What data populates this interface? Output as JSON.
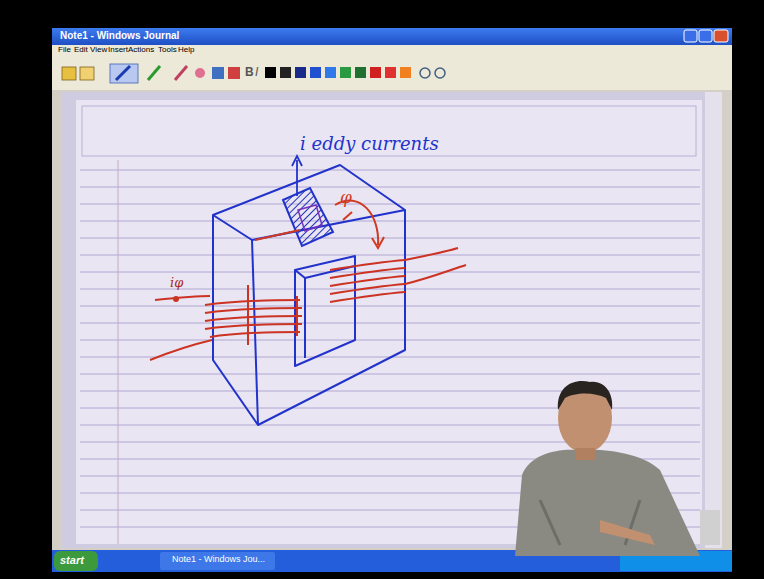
{
  "diagram": {
    "labels": [
      "Note1 - Windows Journal",
      "File",
      "Edit",
      "View",
      "Insert",
      "Actions",
      "Tools",
      "Help",
      "B",
      "I",
      "i eddy currents",
      "φ",
      "iφ",
      "start",
      "Note1 - Windows Jou..."
    ]
  }
}
